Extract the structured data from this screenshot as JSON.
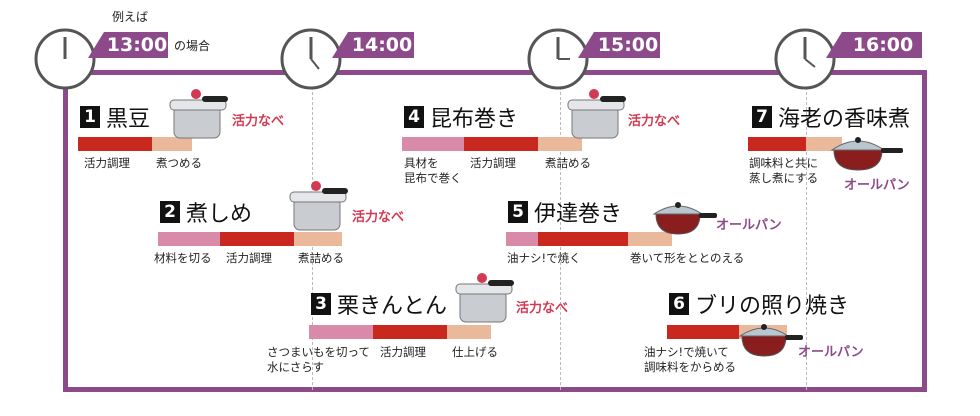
{
  "header": {
    "note_top": "例えば",
    "note_side": "の場合"
  },
  "times": [
    "13:00",
    "14:00",
    "15:00",
    "16:00"
  ],
  "colors": {
    "accent": "#8d4a8a",
    "bar_light": "#d98aa8",
    "bar_dark": "#c8281e",
    "bar_peach": "#eab89a",
    "brand_katsu": "#d23a52"
  },
  "recipes": [
    {
      "num": "1",
      "title": "黒豆",
      "brand": "活力なべ",
      "steps": [
        "活力調理",
        "煮つめる"
      ]
    },
    {
      "num": "2",
      "title": "煮しめ",
      "brand": "活力なべ",
      "steps": [
        "材料を切る",
        "活力調理",
        "煮詰める"
      ]
    },
    {
      "num": "3",
      "title": "栗きんとん",
      "brand": "活力なべ",
      "steps": [
        "さつまいもを切って",
        "水にさらす",
        "活力調理",
        "仕上げる"
      ]
    },
    {
      "num": "4",
      "title": "昆布巻き",
      "brand": "活力なべ",
      "steps": [
        "具材を",
        "昆布で巻く",
        "活力調理",
        "煮詰める"
      ]
    },
    {
      "num": "5",
      "title": "伊達巻き",
      "brand": "オールパン",
      "steps": [
        "油ナシ!で焼く",
        "巻いて形をととのえる"
      ]
    },
    {
      "num": "6",
      "title": "ブリの照り焼き",
      "brand": "オールパン",
      "steps": [
        "油ナシ!で焼いて",
        "調味料をからめる"
      ]
    },
    {
      "num": "7",
      "title": "海老の香味煮",
      "brand": "オールパン",
      "steps": [
        "調味料と共に",
        "蒸し煮にする"
      ]
    }
  ]
}
